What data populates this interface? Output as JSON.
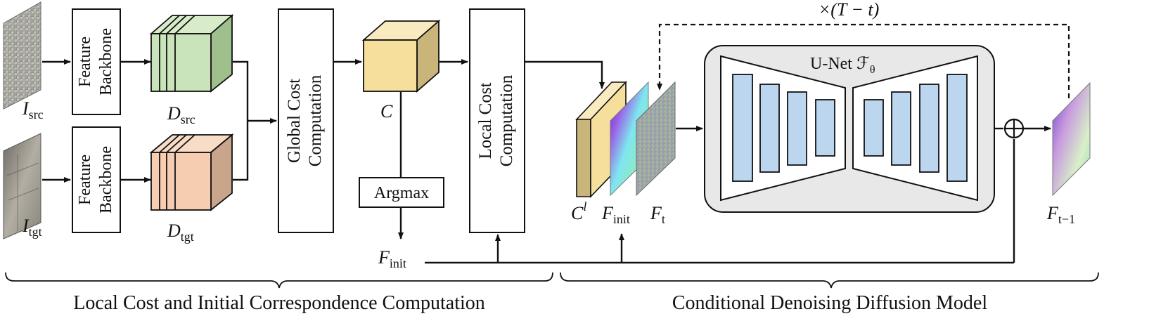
{
  "labels": {
    "i_src_main": "I",
    "i_src_sub": "src",
    "i_tgt_main": "I",
    "i_tgt_sub": "tgt",
    "backbone_line1": "Feature",
    "backbone_line2": "Backbone",
    "d_src_main": "D",
    "d_src_sub": "src",
    "d_tgt_main": "D",
    "d_tgt_sub": "tgt",
    "global_line1": "Global Cost",
    "global_line2": "Computation",
    "cost_c": "C",
    "argmax": "Argmax",
    "local_line1": "Local Cost",
    "local_line2": "Computation",
    "f_init_main": "F",
    "f_init_sub": "init",
    "c_l_main": "C",
    "c_l_sup": "l",
    "f_t_main": "F",
    "f_t_sub": "t",
    "unet_title": "U-Net ℱ",
    "unet_theta": "θ",
    "loop_label": "×(T − t)",
    "f_out_main": "F",
    "f_out_sub": "t−1",
    "section_left": "Local Cost and Initial Correspondence Computation",
    "section_right": "Conditional Denoising Diffusion Model"
  },
  "colors": {
    "src_feature_face": "#c9e3ba",
    "src_feature_side": "#9fbf8c",
    "tgt_feature_face": "#f6cdb0",
    "tgt_feature_side": "#c9a58c",
    "cost_front": "#f6df9c",
    "cost_side": "#c9b47a",
    "unet_panel": "#e8e8e8",
    "unet_block": "#bcd6ef",
    "line": "#111111"
  }
}
